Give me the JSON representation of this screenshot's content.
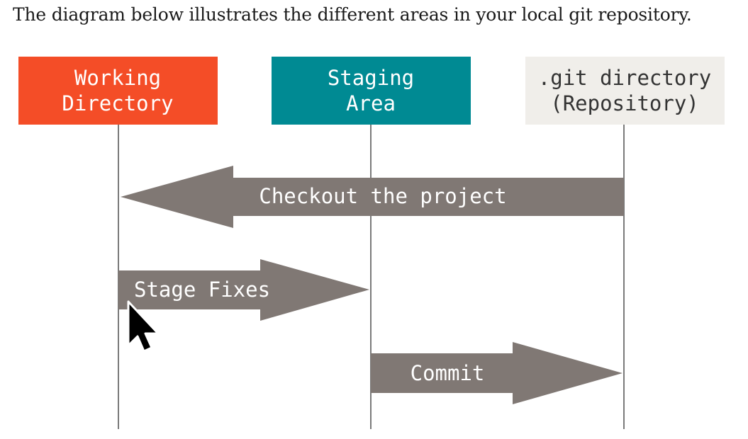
{
  "intro_text": "The diagram below illustrates the different areas in your local git repository.",
  "colors": {
    "working_directory": "#f44d27",
    "staging_area": "#008a93",
    "repository": "#f0eeea",
    "arrow": "#807874",
    "lifeline": "#7a7a7a"
  },
  "areas": {
    "working": {
      "line1": "Working",
      "line2": "Directory"
    },
    "staging": {
      "line1": "Staging",
      "line2": "Area"
    },
    "repo": {
      "line1": ".git directory",
      "line2": "(Repository)"
    }
  },
  "arrows": {
    "checkout": "Checkout the project",
    "stage": "Stage Fixes",
    "commit": "Commit"
  },
  "cursor_icon": "mouse-pointer-icon"
}
